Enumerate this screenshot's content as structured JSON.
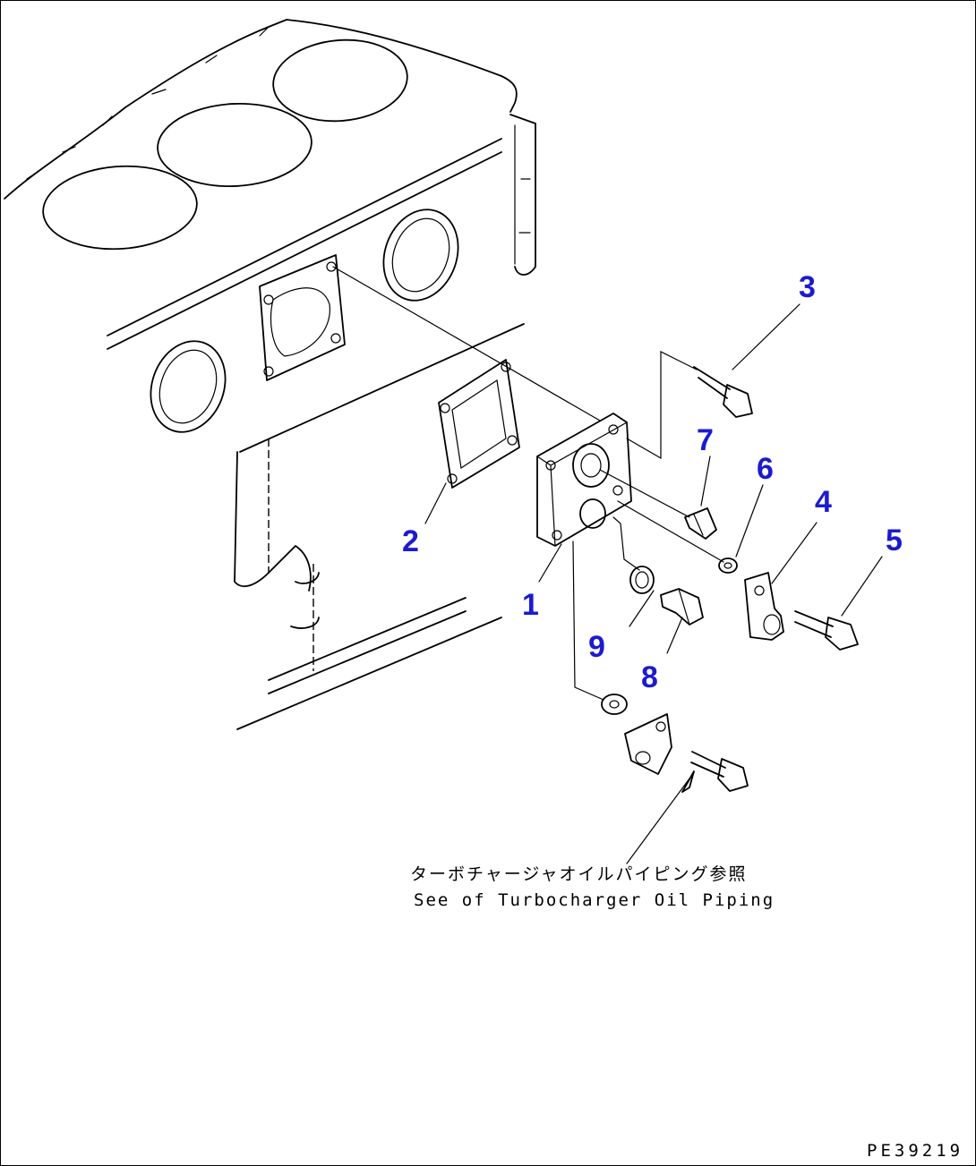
{
  "callouts": [
    {
      "id": "1",
      "label": "1"
    },
    {
      "id": "2",
      "label": "2"
    },
    {
      "id": "3",
      "label": "3"
    },
    {
      "id": "4",
      "label": "4"
    },
    {
      "id": "5",
      "label": "5"
    },
    {
      "id": "6",
      "label": "6"
    },
    {
      "id": "7",
      "label": "7"
    },
    {
      "id": "8",
      "label": "8"
    },
    {
      "id": "9",
      "label": "9"
    }
  ],
  "note": {
    "japanese": "ターボチャージャオイルパイピング参照",
    "english": "See of Turbocharger Oil Piping"
  },
  "drawing_code": "PE39219",
  "colors": {
    "callout": "#1b1bd0",
    "line": "#000000"
  }
}
